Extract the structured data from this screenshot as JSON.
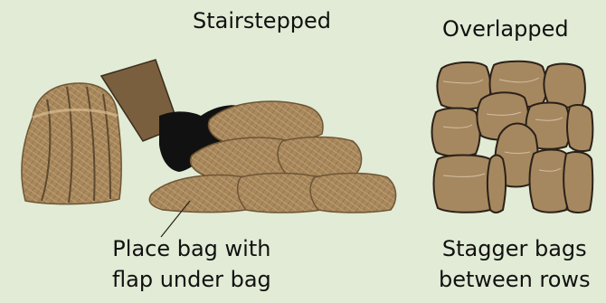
{
  "stairstepped": {
    "title": "Stairstepped",
    "caption_line1": "Place bag with",
    "caption_line2": "flap under bag"
  },
  "overlapped": {
    "title": "Overlapped",
    "caption_line1": "Stagger bags",
    "caption_line2": "between rows"
  },
  "colors": {
    "background": "#e1ebd5",
    "bag_fill": "#a8885c",
    "bag_dark": "#6e5535",
    "bag_light": "#c8a97a",
    "outline": "#2b2118",
    "boot": "#111111",
    "shovel_handle": "#7a5f3f"
  }
}
